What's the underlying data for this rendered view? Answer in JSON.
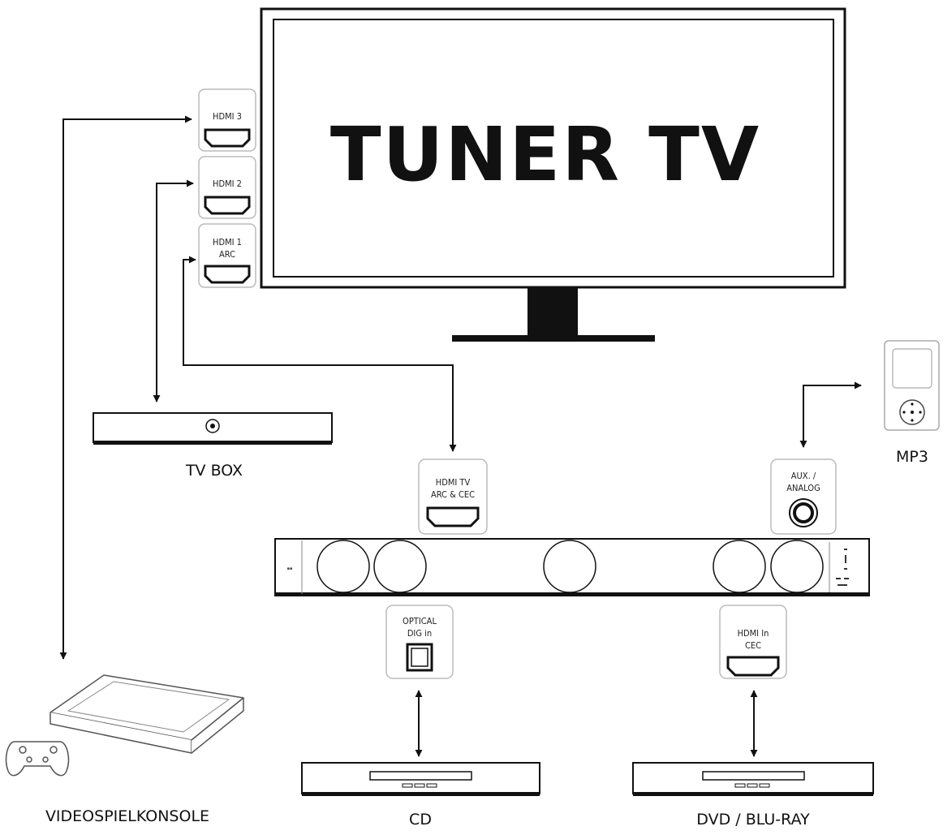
{
  "tv": {
    "title": "TUNER TV"
  },
  "tv_ports": {
    "hdmi3": "HDMI 3",
    "hdmi2": "HDMI 2",
    "hdmi1_line1": "HDMI 1",
    "hdmi1_line2": "ARC"
  },
  "soundbar_ports": {
    "hdmi_tv_line1": "HDMI TV",
    "hdmi_tv_line2": "ARC & CEC",
    "aux_line1": "AUX. /",
    "aux_line2": "ANALOG",
    "optical_line1": "OPTICAL",
    "optical_line2": "DIG in",
    "hdmi_in_line1": "HDMI In",
    "hdmi_in_line2": "CEC"
  },
  "devices": {
    "tv_box": "TV BOX",
    "mp3": "MP3",
    "console": "VIDEOSPIELKONSOLE",
    "cd": "CD",
    "dvd": "DVD / BLU-RAY"
  },
  "colors": {
    "line": "#111111",
    "port_border": "#bbbbbb"
  }
}
